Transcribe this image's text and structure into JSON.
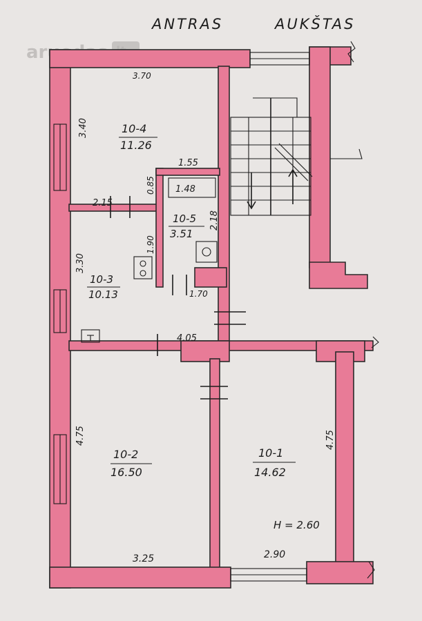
{
  "header": {
    "left": "ANTRAS",
    "right": "AUKŠTAS"
  },
  "watermark": {
    "text": "aruodas",
    "suffix": "lt"
  },
  "rooms": [
    {
      "code": "10-4",
      "area": "11.26"
    },
    {
      "code": "10-5",
      "area": "3.51"
    },
    {
      "code": "10-3",
      "area": "10.13"
    },
    {
      "code": "10-2",
      "area": "16.50"
    },
    {
      "code": "10-1",
      "area": "14.62"
    }
  ],
  "dimensions": {
    "top_room_width": "3.70",
    "top_room_height": "3.40",
    "bath_width": "1.55",
    "bath_side": "0.85",
    "bath_height": "2.18",
    "fixture": "1.48",
    "hall_width": "2.15",
    "hall_height": "3.30",
    "hall_inner": "1.90",
    "bath_bottom": "1.70",
    "corridor": "4.05",
    "left_height": "4.75",
    "right_height": "4.75",
    "bottom_left": "3.25",
    "bottom_right": "2.90"
  },
  "ceiling_height": "H = 2.60",
  "colors": {
    "wall": "#e87b97",
    "paper": "#e9e6e4",
    "ink": "#1c1c1c"
  }
}
